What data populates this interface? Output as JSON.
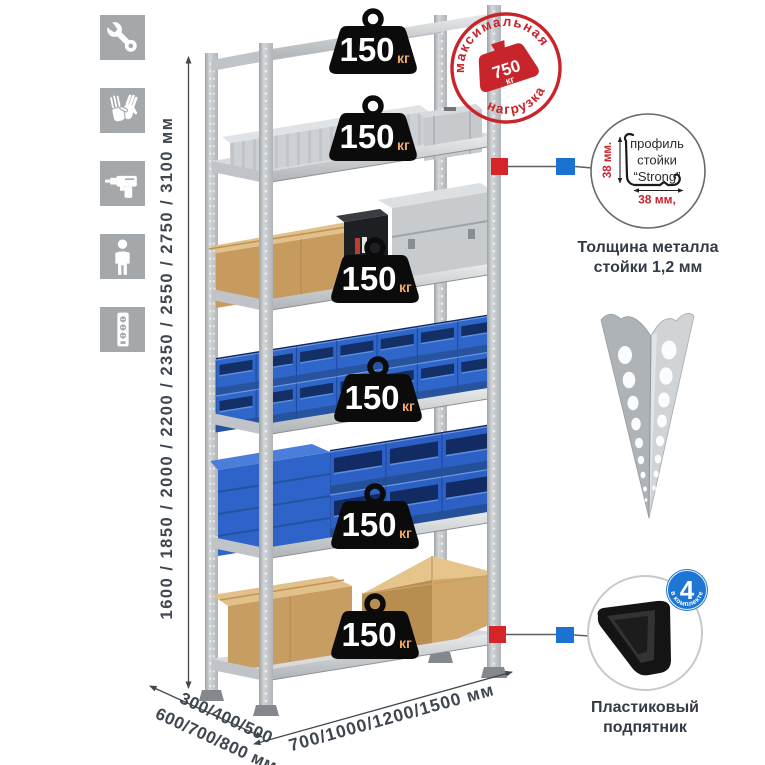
{
  "left_icons": {
    "items": [
      "wrench",
      "work-gloves",
      "drill",
      "person-height",
      "power-strip"
    ]
  },
  "dimensions": {
    "height": "1600 / 1850 / 2000 / 2200 / 2350 / 2550 / 2750 / 3100 мм",
    "width": "700/1000/1200/1500 мм",
    "depth_line1": "300/400/500",
    "depth_line2": "600/700/800 мм"
  },
  "shelf_badges": [
    {
      "value": "150",
      "unit": "кг"
    },
    {
      "value": "150",
      "unit": "кг"
    },
    {
      "value": "150",
      "unit": "кг"
    },
    {
      "value": "150",
      "unit": "кг"
    },
    {
      "value": "150",
      "unit": "кг"
    },
    {
      "value": "150",
      "unit": "кг"
    }
  ],
  "stamp": {
    "arc_top": "максимальная",
    "arc_bottom": "нагрузка",
    "weight_value": "750",
    "weight_unit": "кг"
  },
  "profile_callout": {
    "label_line1": "профиль",
    "label_line2": "стойки",
    "label_line3": "“Strong”",
    "vertical_dim": "38 мм.",
    "horizontal_dim": "38 мм,",
    "caption_line1": "Толщина металла",
    "caption_line2": "стойки 1,2 мм"
  },
  "foot_callout": {
    "badge_value": "4",
    "badge_ring_text": "в комплекте",
    "caption_line1": "Пластиковый",
    "caption_line2": "подпятник"
  },
  "colors": {
    "accent_red": "#d6242b",
    "accent_blue": "#1b72d0",
    "bin_blue": "#2f66c9",
    "metal_gray": "#c3c7cb",
    "icon_tile_gray": "#a5a8ab"
  }
}
